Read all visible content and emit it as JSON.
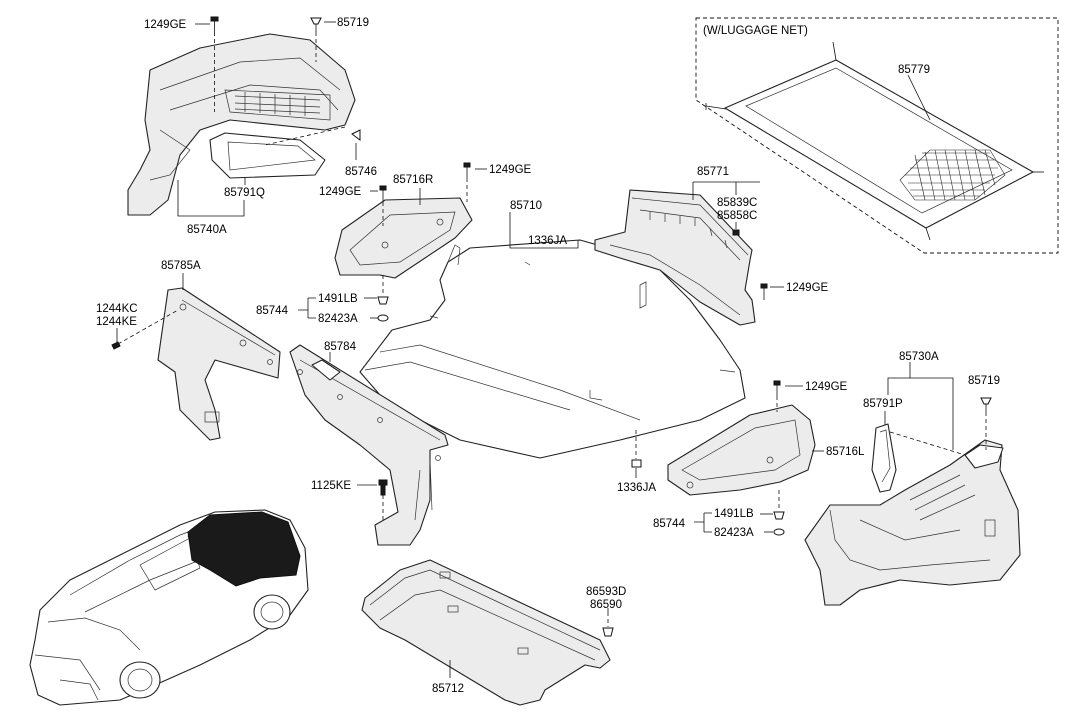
{
  "figure": {
    "frame_title": "(W/LUGGAGE NET)",
    "labels": {
      "l_1249ge_a": "1249GE",
      "l_85719_a": "85719",
      "l_85746": "85746",
      "l_85791q": "85791Q",
      "l_85740a": "85740A",
      "l_1249ge_b": "1249GE",
      "l_1249ge_c": "1249GE",
      "l_85716r": "85716R",
      "l_85710": "85710",
      "l_1336ja_a": "1336JA",
      "l_85771": "85771",
      "l_85839c": "85839C",
      "l_85858c": "85858C",
      "l_1249ge_d": "1249GE",
      "l_85779": "85779",
      "l_85785a": "85785A",
      "l_1244kc": "1244KC",
      "l_1244ke": "1244KE",
      "l_85744_a": "85744",
      "l_1491lb_a": "1491LB",
      "l_82423a_a": "82423A",
      "l_85784": "85784",
      "l_1125ke": "1125KE",
      "l_1249ge_e": "1249GE",
      "l_85730a": "85730A",
      "l_85719_b": "85719",
      "l_85791p": "85791P",
      "l_85716l": "85716L",
      "l_1336ja_b": "1336JA",
      "l_85744_b": "85744",
      "l_1491lb_b": "1491LB",
      "l_82423a_b": "82423A",
      "l_86593d": "86593D",
      "l_86590": "86590",
      "l_85712": "85712"
    }
  }
}
